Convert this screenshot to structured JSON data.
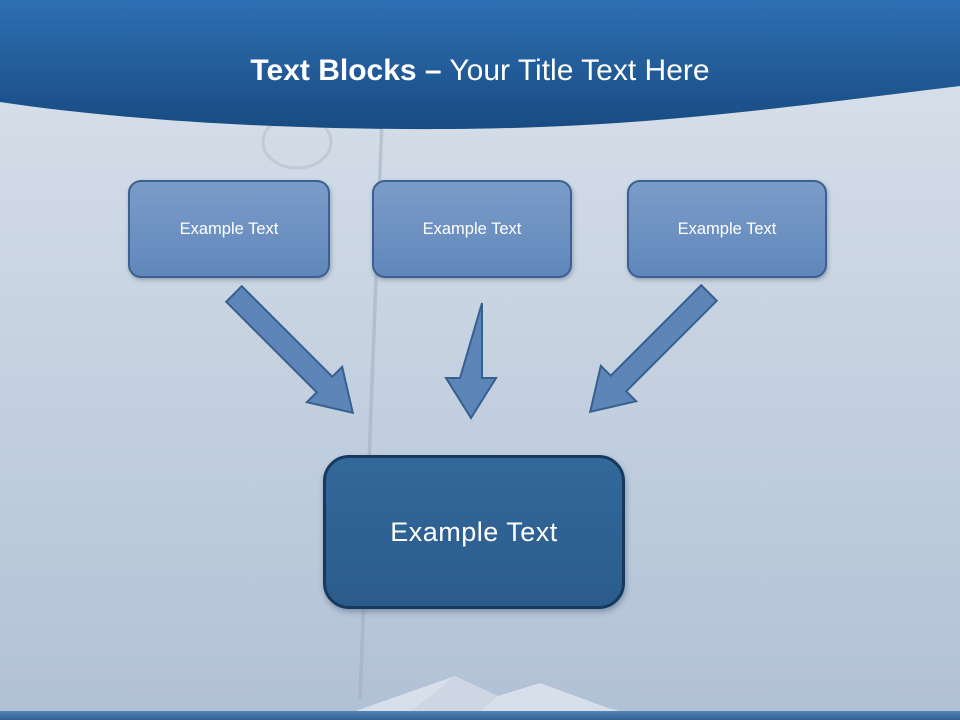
{
  "slide": {
    "title": {
      "bold": "Text Blocks –",
      "regular": " Your Title Text Here"
    },
    "top_blocks": [
      {
        "label": "Example Text"
      },
      {
        "label": "Example Text"
      },
      {
        "label": "Example Text"
      }
    ],
    "summary_block": {
      "label": "Example Text"
    },
    "colors": {
      "banner_top": "#2e6fb3",
      "banner_bottom": "#184b81",
      "block_fill": "#6d92c3",
      "block_border": "#3a6191",
      "summary_fill": "#2e6190",
      "summary_border": "#163a5e",
      "arrow_fill": "#5d85b8",
      "arrow_stroke": "#36608e",
      "title_color": "#ffffff"
    }
  }
}
